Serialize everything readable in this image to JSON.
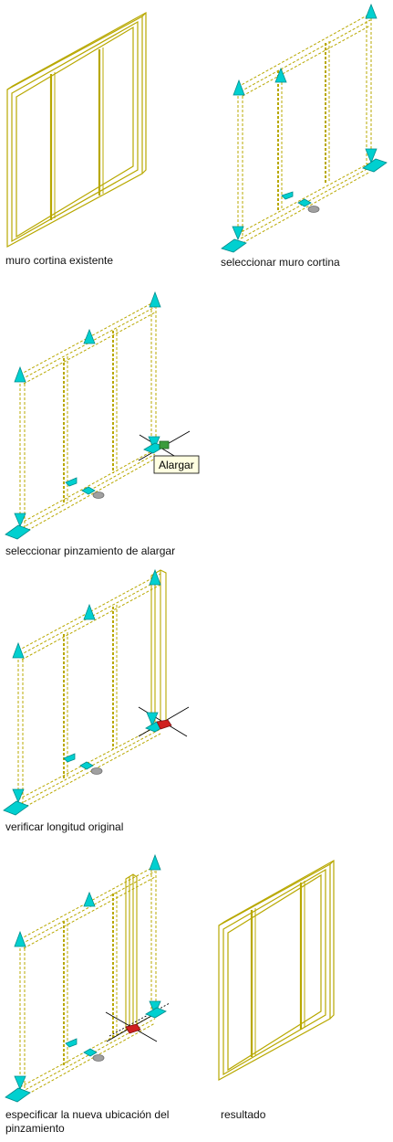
{
  "captions": {
    "existing": "muro cortina existente",
    "select_wall": "seleccionar muro cortina",
    "select_grip": "seleccionar pinzamiento de alargar",
    "verify_length": "verificar longitud original",
    "specify_line1": "especificar la nueva ubicación del",
    "specify_line2": "pinzamiento",
    "result": "resultado"
  },
  "tooltip": {
    "label": "Alargar"
  },
  "colors": {
    "frame": "#b8a800",
    "frame_dark": "#8a7d00",
    "grip": "#00d0d0",
    "grip_edge": "#008c8c",
    "hot_grip": "#d02020",
    "tooltip_bg": "#ffffe1"
  }
}
